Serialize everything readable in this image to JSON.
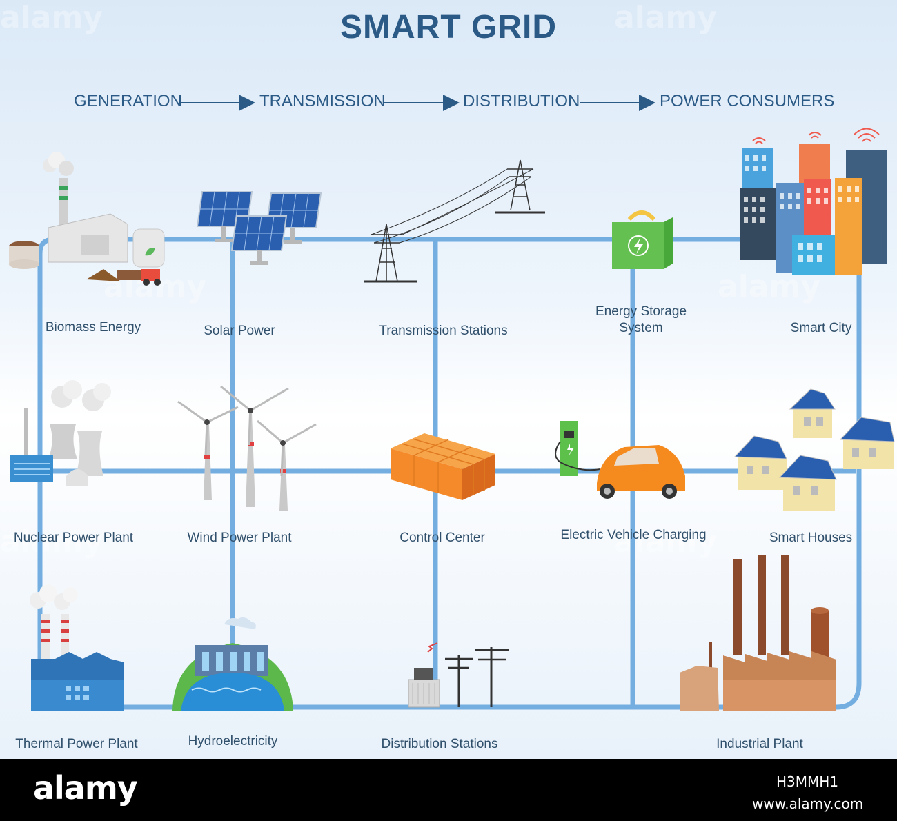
{
  "title": "SMART GRID",
  "stages": [
    "GENERATION",
    "TRANSMISSION",
    "DISTRIBUTION",
    "POWER CONSUMERS"
  ],
  "nodes": {
    "biomass": "Biomass Energy",
    "solar": "Solar Power",
    "transmission": "Transmission Stations",
    "storage_line1": "Energy Storage",
    "storage_line2": "System",
    "smart_city": "Smart City",
    "nuclear": "Nuclear Power Plant",
    "wind": "Wind Power Plant",
    "control": "Control Center",
    "ev": "Electric Vehicle Charging",
    "houses": "Smart Houses",
    "thermal": "Thermal Power Plant",
    "hydro": "Hydroelectricity",
    "distribution": "Distribution Stations",
    "industrial": "Industrial Plant"
  },
  "watermark": {
    "logo": "alamy",
    "image_id": "H3MMH1",
    "site": "www.alamy.com"
  },
  "colors": {
    "title": "#2c5a86",
    "grid_line": "#74aee0",
    "footer": "#000000"
  }
}
